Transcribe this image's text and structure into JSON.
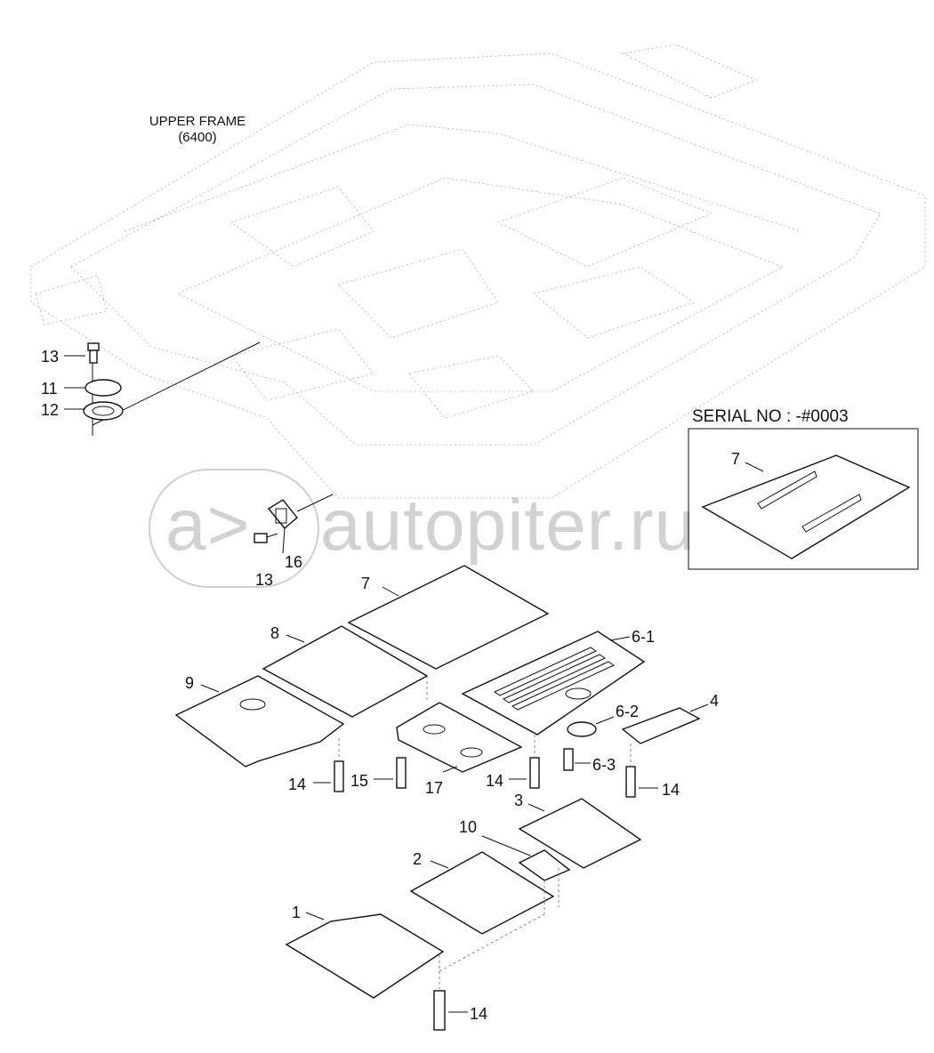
{
  "header": {
    "upper_frame_line1": "UPPER FRAME",
    "upper_frame_line2": "(6400)"
  },
  "serial_box": {
    "title": "SERIAL NO : -#0003",
    "callout": "7"
  },
  "watermark": {
    "logo_text": "a>",
    "site_text": "autopiter.ru"
  },
  "callouts": {
    "c13_top": "13",
    "c11": "11",
    "c12": "12",
    "c16": "16",
    "c13_mid": "13",
    "c7": "7",
    "c8": "8",
    "c9": "9",
    "c6_1": "6-1",
    "c6_2": "6-2",
    "c6_3": "6-3",
    "c4": "4",
    "c14_a": "14",
    "c15": "15",
    "c17": "17",
    "c14_b": "14",
    "c14_c": "14",
    "c3": "3",
    "c10": "10",
    "c2": "2",
    "c1": "1",
    "c14_d": "14"
  },
  "colors": {
    "line": "#111111",
    "ghost": "#aaaaaa",
    "watermark": "#d2d2d2"
  }
}
